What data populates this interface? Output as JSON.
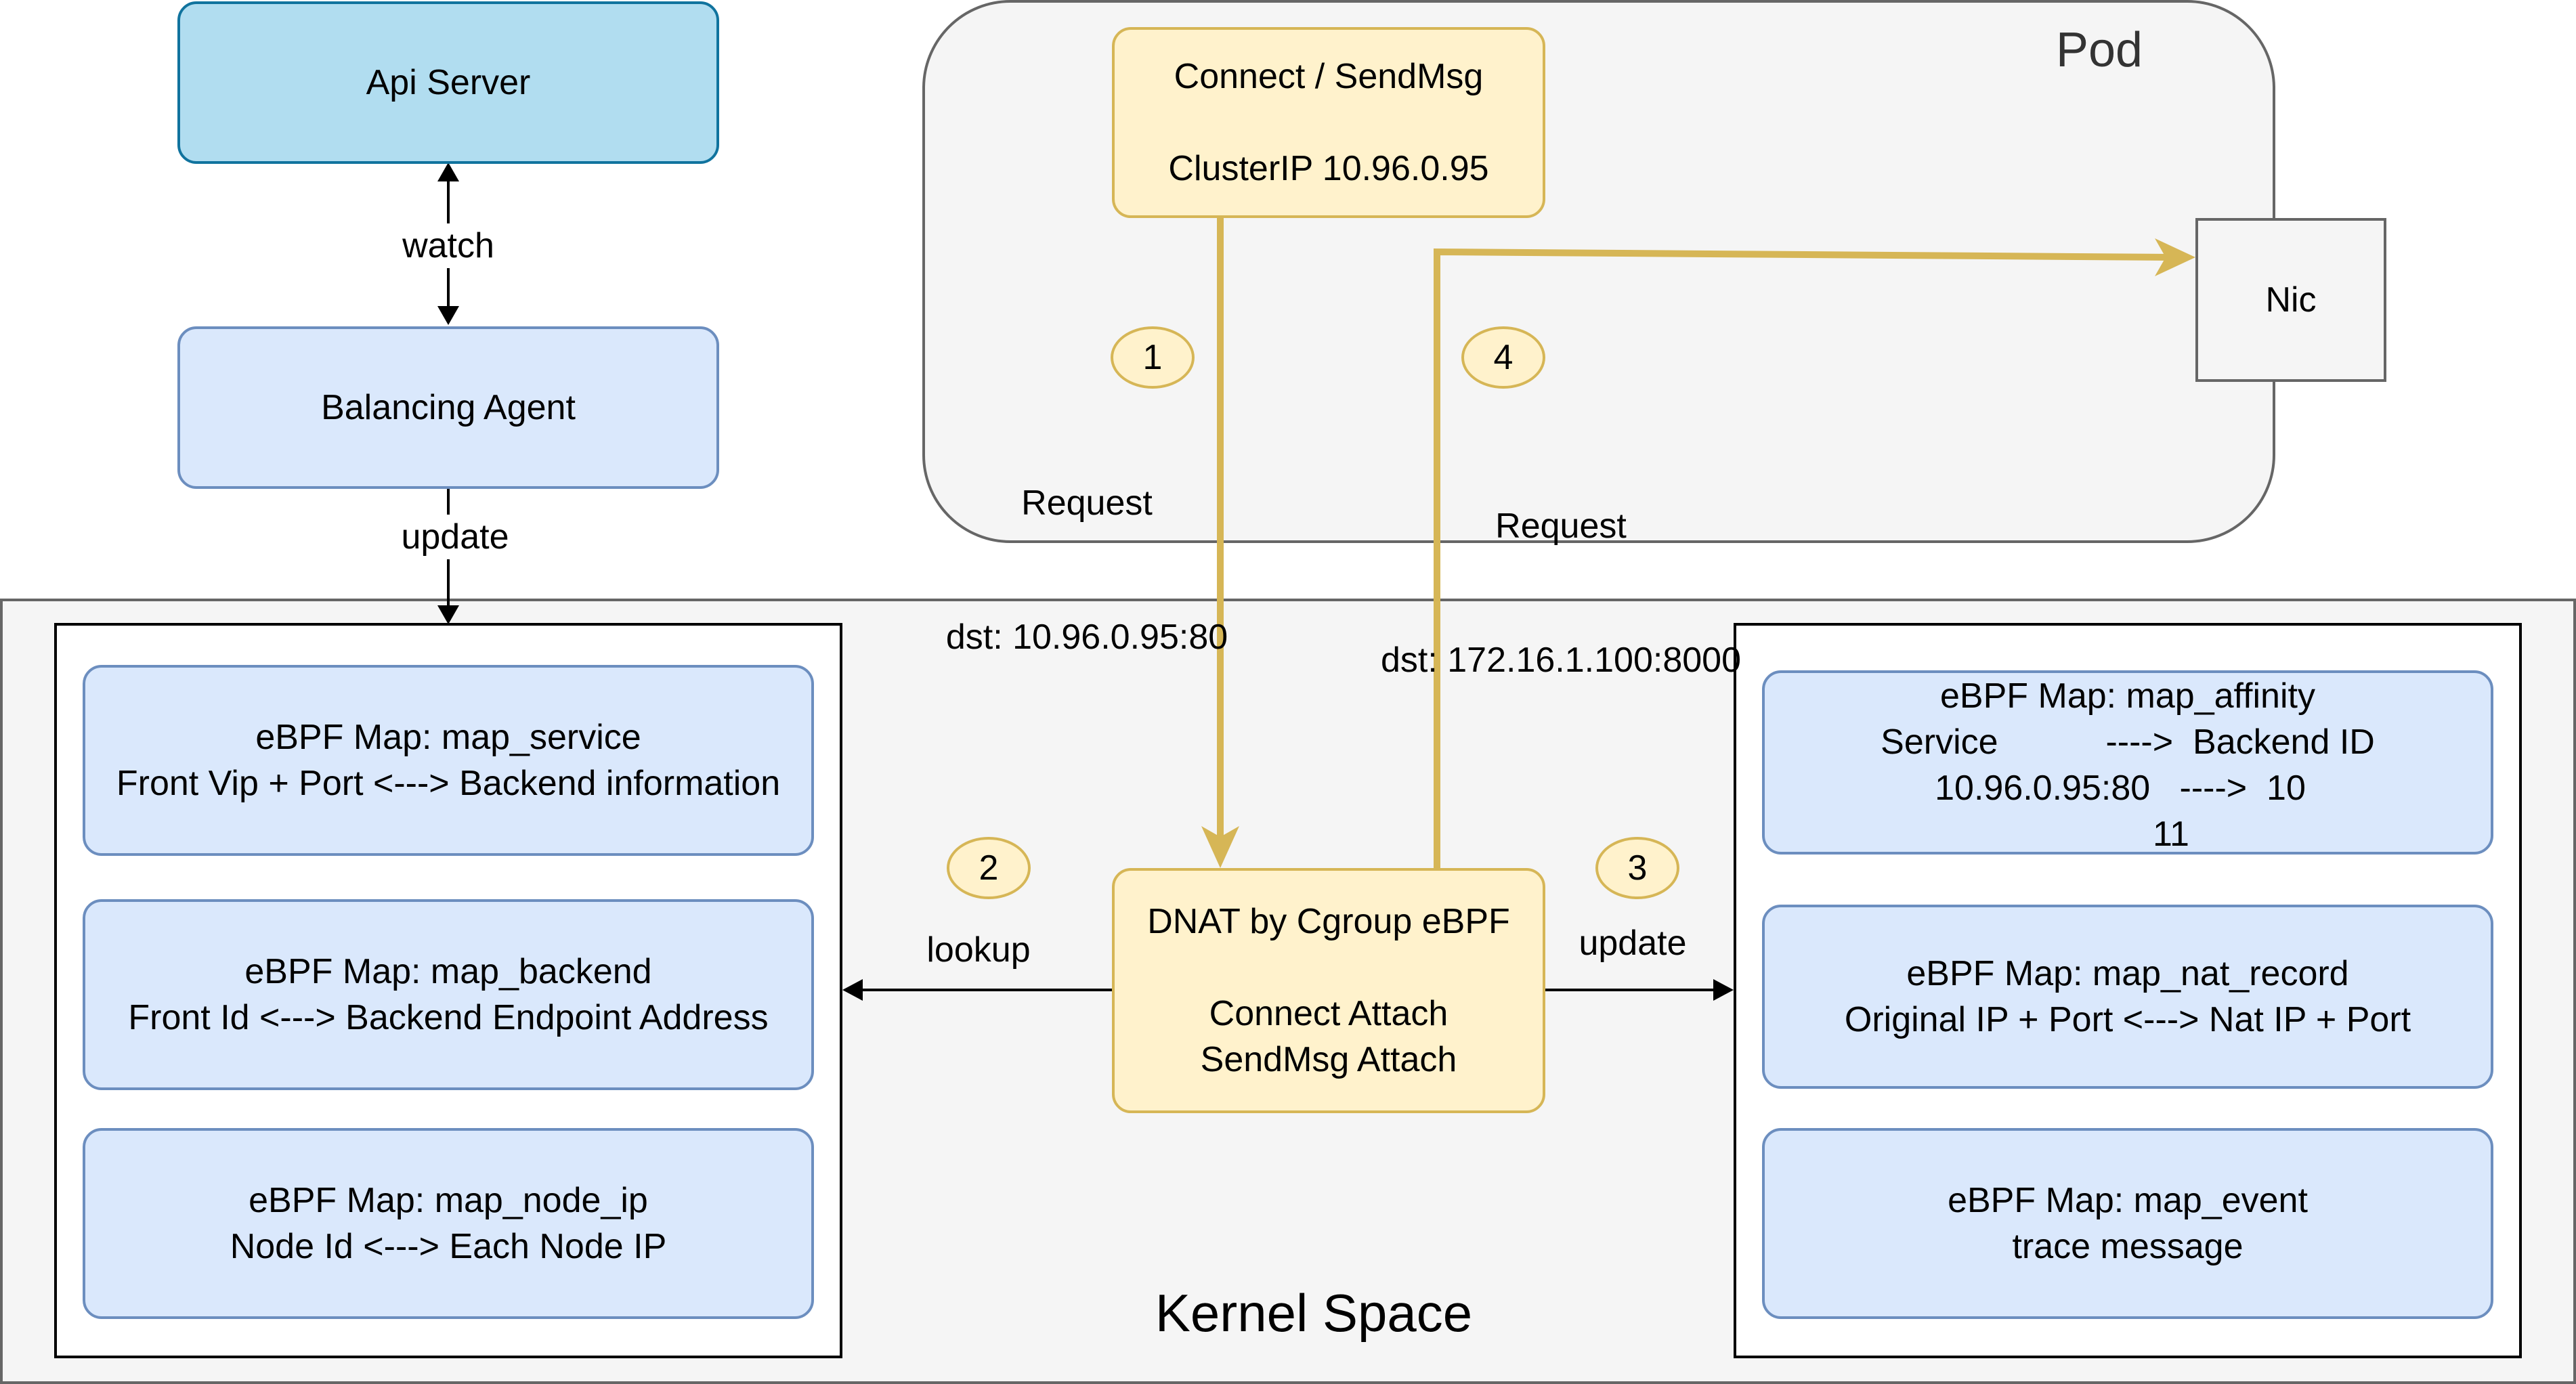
{
  "api_server": {
    "label": "Api Server"
  },
  "balancing_agent": {
    "label": "Balancing Agent"
  },
  "edges": {
    "watch": "watch",
    "update_agent": "update",
    "lookup": "lookup",
    "update_affinity": "update"
  },
  "pod": {
    "title": "Pod",
    "connect_box": {
      "line1": "Connect / SendMsg",
      "line2": "ClusterIP 10.96.0.95"
    },
    "nic": "Nic",
    "request_1": {
      "line1": "Request",
      "line2": "dst: 10.96.0.95:80"
    },
    "request_4": {
      "line1": "Request",
      "line2": "dst: 172.16.1.100:8000"
    }
  },
  "steps": [
    "1",
    "2",
    "3",
    "4"
  ],
  "kernel": {
    "title": "Kernel Space",
    "dnat": {
      "line1": "DNAT by Cgroup eBPF",
      "line2": "Connect Attach",
      "line3": "SendMsg Attach"
    },
    "left_maps": [
      {
        "title": "eBPF Map: map_service",
        "desc": "Front Vip + Port <---> Backend information"
      },
      {
        "title": "eBPF Map: map_backend",
        "desc": "Front Id <---> Backend Endpoint Address"
      },
      {
        "title": "eBPF Map: map_node_ip",
        "desc": "Node Id <---> Each Node IP"
      }
    ],
    "affinity": {
      "title": "eBPF Map: map_affinity",
      "row1": "Service           ---->  Backend ID",
      "row2": "10.96.0.95:80   ---->  10",
      "row3": "11"
    },
    "right_maps": [
      {
        "title": "eBPF Map: map_nat_record",
        "desc": "Original IP + Port <---> Nat IP + Port"
      },
      {
        "title": "eBPF Map: map_event",
        "desc": "trace message"
      }
    ]
  },
  "colors": {
    "flow": "#d6b656",
    "edge": "#000000",
    "map_fill": "#dae8fc",
    "map_border": "#6c8ebf"
  }
}
